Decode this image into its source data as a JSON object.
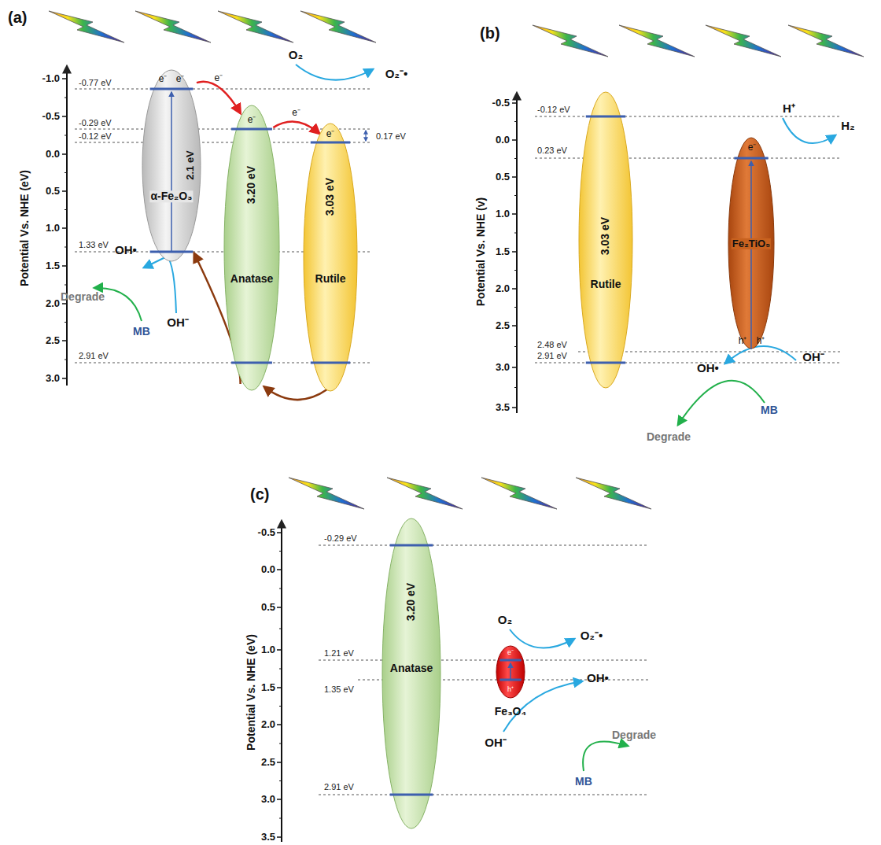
{
  "diagram": {
    "nodes": [
      {
        "text": [
          "2.1 eV",
          "α-Fe₂O₃"
        ]
      },
      {
        "text": [
          "3.20 eV",
          "Anatase"
        ]
      },
      {
        "text": [
          "3.03 eV",
          "Rutile"
        ]
      },
      {
        "text": [
          "3.03 eV",
          "Rutile"
        ]
      },
      {
        "text": [
          "Fe₂TiO₅"
        ]
      },
      {
        "text": [
          "3.20 eV",
          "Anatase"
        ]
      },
      {
        "text": [
          "Fe₃O₄"
        ]
      }
    ],
    "edges": [
      {
        "from": 0,
        "to": 1,
        "arrow": "to",
        "label": "e⁻"
      },
      {
        "from": 1,
        "to": 2,
        "arrow": "to",
        "label": "e⁻"
      },
      {
        "from": 2,
        "to": 1,
        "arrow": "to"
      },
      {
        "from": 1,
        "to": 0,
        "arrow": "to"
      }
    ],
    "labels": [
      "(a)",
      "Potential Vs. NHE (eV)",
      "-1.0",
      "-0.5",
      "0.0",
      "0.5",
      "1.0",
      "1.5",
      "2.0",
      "2.5",
      "3.0",
      "-0.77 eV",
      "-0.29 eV",
      "-0.12 eV",
      "1.33 eV",
      "2.91 eV",
      "0.17 eV",
      "e⁻",
      "e⁻",
      "e⁻",
      "e⁻",
      "O₂",
      "O₂⁻•",
      "OH•",
      "Degrade",
      "MB",
      "OH⁻",
      "(b)",
      "Potential Vs. NHE (v)",
      "-0.5",
      "0.0",
      "0.5",
      "1.0",
      "1.5",
      "2.0",
      "2.5",
      "3.0",
      "3.5",
      "-0.12 eV",
      "0.23 eV",
      "2.48 eV",
      "2.91 eV",
      "H⁺",
      "H₂",
      "e⁻",
      "h⁺",
      "h⁺",
      "OH•",
      "OH⁻",
      "MB",
      "Degrade",
      "(c)",
      "Potential Vs. NHE (eV)",
      "-0.5",
      "0.0",
      "0.5",
      "1.0",
      "1.5",
      "2.0",
      "2.5",
      "3.0",
      "3.5",
      "-0.29 eV",
      "1.21 eV",
      "1.35 eV",
      "2.91 eV",
      "O₂",
      "O₂⁻•",
      "e⁻",
      "h⁺",
      "OH•",
      "OH⁻",
      "MB",
      "Degrade"
    ]
  }
}
